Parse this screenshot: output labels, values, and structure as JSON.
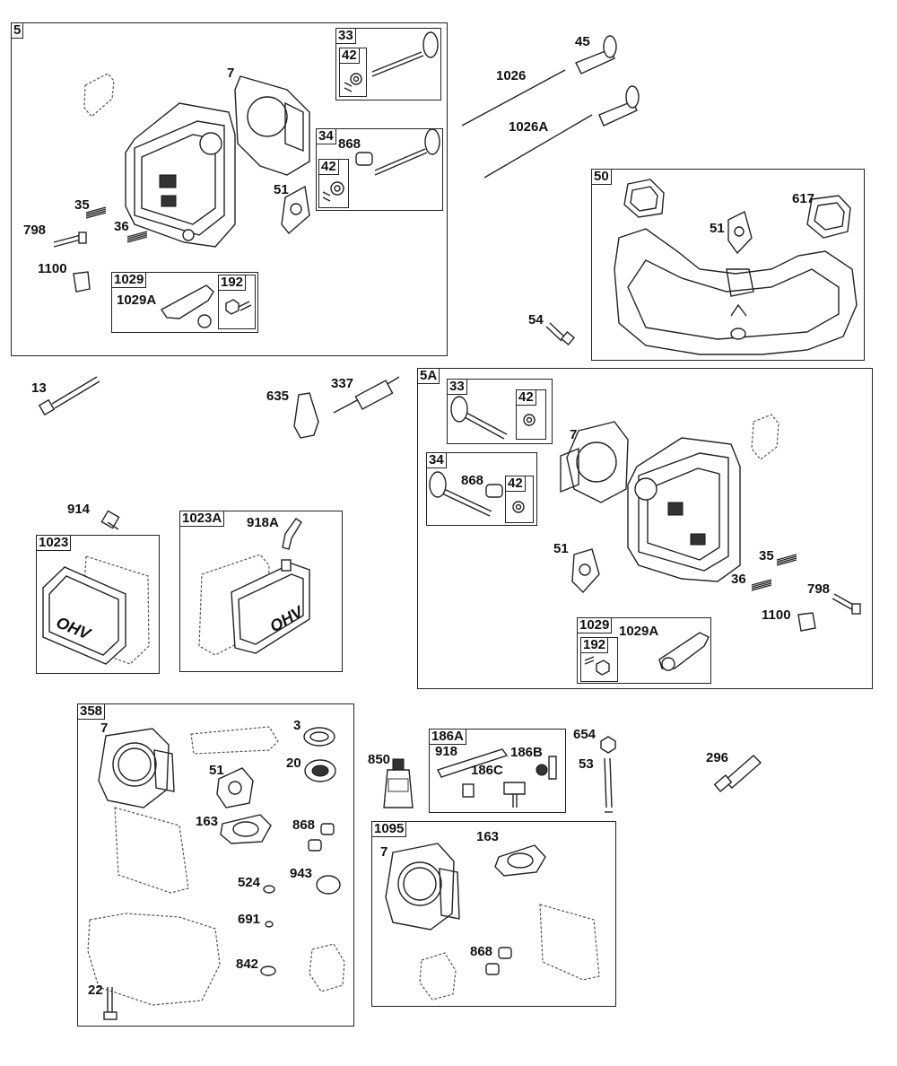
{
  "boxes": {
    "b5": "5",
    "b33a": "33",
    "b42a": "42",
    "b34a": "34",
    "b42b": "42",
    "b1029a": "1029",
    "b192a": "192",
    "b50": "50",
    "b5a": "5A",
    "b33b": "33",
    "b42c": "42",
    "b34b": "34",
    "b42d": "42",
    "b1029b": "1029",
    "b192b": "192",
    "b1023": "1023",
    "b1023a": "1023A",
    "b358": "358",
    "b186a": "186A",
    "b1095": "1095"
  },
  "labels": {
    "l7a": "7",
    "l868a": "868",
    "l51a": "51",
    "l35a": "35",
    "l798a": "798",
    "l36a": "36",
    "l1100a": "1100",
    "l1029aa": "1029A",
    "l45": "45",
    "l1026": "1026",
    "l1026a": "1026A",
    "l51b": "51",
    "l617": "617",
    "l54": "54",
    "l13": "13",
    "l635": "635",
    "l337": "337",
    "l7b": "7",
    "l868b": "868",
    "l51c": "51",
    "l35b": "35",
    "l36b": "36",
    "l798b": "798",
    "l1100b": "1100",
    "l1029ab": "1029A",
    "l914": "914",
    "l918a": "918A",
    "l7c": "7",
    "l3": "3",
    "l51d": "51",
    "l20": "20",
    "l163a": "163",
    "l868c": "868",
    "l524": "524",
    "l943": "943",
    "l691": "691",
    "l842": "842",
    "l22": "22",
    "l850": "850",
    "l918": "918",
    "l186b": "186B",
    "l186c": "186C",
    "l654": "654",
    "l53": "53",
    "l296": "296",
    "l163b": "163",
    "l7d": "7",
    "l868d": "868"
  },
  "ohv_text": "OHV",
  "colors": {
    "line": "#222222",
    "background": "#ffffff"
  }
}
